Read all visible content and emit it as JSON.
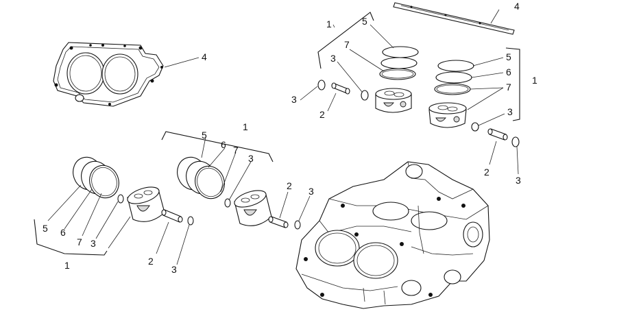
{
  "labels": {
    "piston_set": "1",
    "piston_pin": "2",
    "circlip": "3",
    "gasket": "4",
    "ring_top": "5",
    "ring_second": "6",
    "ring_oil": "7"
  }
}
